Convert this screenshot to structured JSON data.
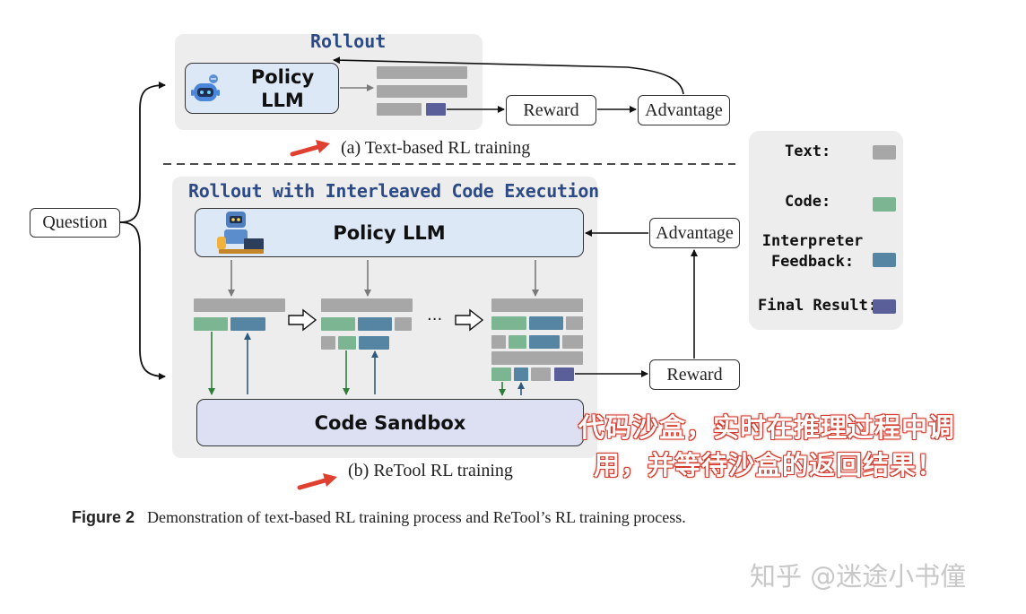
{
  "rollout_top": {
    "title": "Rollout",
    "policy_llm": "Policy\nLLM",
    "reward": "Reward",
    "advantage": "Advantage",
    "caption": "(a) Text-based RL training"
  },
  "rollout_bottom": {
    "title": "Rollout with Interleaved Code Execution",
    "policy_llm": "Policy LLM",
    "sandbox": "Code Sandbox",
    "ellipsis": "···",
    "reward": "Reward",
    "advantage": "Advantage",
    "caption": "(b) ReTool RL training"
  },
  "question": "Question",
  "legend": {
    "items": [
      {
        "label": "Text:",
        "color": "#a7a7a7"
      },
      {
        "label": "Code:",
        "color": "#7bb591"
      },
      {
        "label": "Interpreter\nFeedback:",
        "color": "#5585a3"
      },
      {
        "label": "Final Result:",
        "color": "#5a5e99"
      }
    ]
  },
  "annotation": {
    "line1": "代码沙盒，实时在推理过程中调",
    "line2": "用，并等待沙盒的返回结果！"
  },
  "figure_caption": {
    "label": "Figure 2",
    "text": "Demonstration of text-based RL training process and ReTool’s RL training process."
  },
  "watermark": "知乎 @迷途小书僮",
  "colors": {
    "text_block": "#a7a7a7",
    "code_block": "#7bb591",
    "feedback_block": "#5585a3",
    "final_block": "#5a5e99",
    "title_blue": "#2c4a86",
    "annotation_red": "#d43a2e"
  }
}
